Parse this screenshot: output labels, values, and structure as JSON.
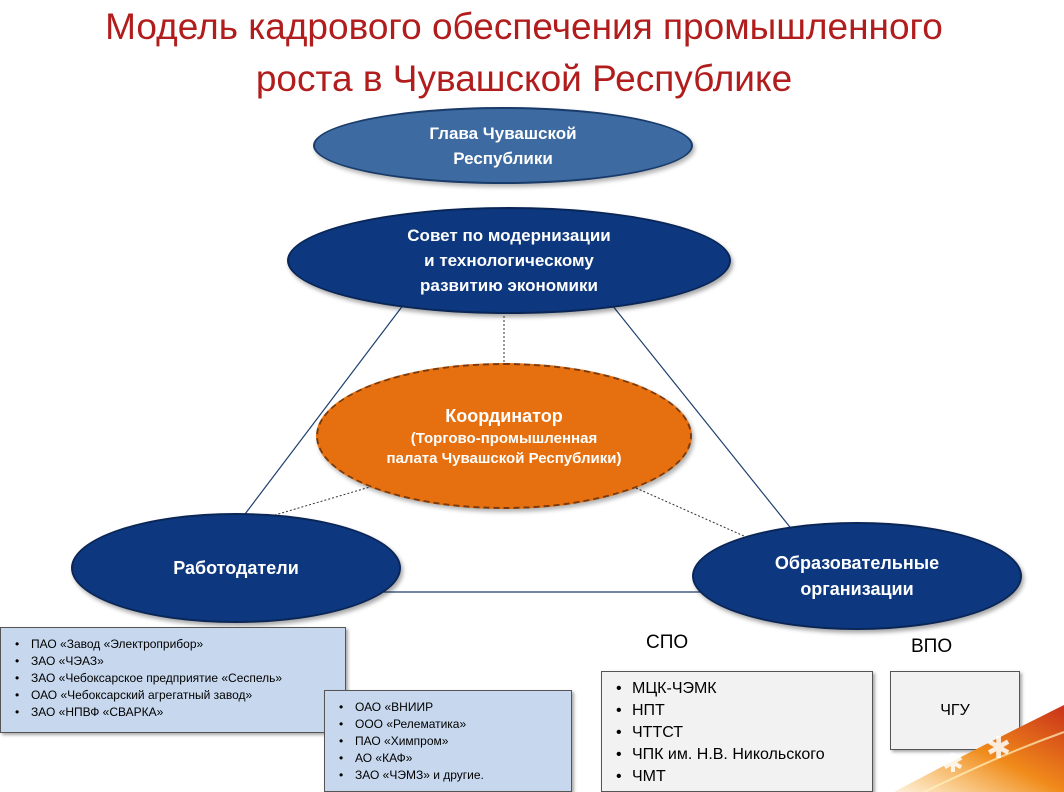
{
  "title": {
    "line1": "Модель кадрового обеспечения промышленного",
    "line2": "роста в Чувашской Республике"
  },
  "nodes": {
    "head": "Глава Чувашской\nРеспублики",
    "council": "Совет по модернизации\nи технологическому\nразвитию экономики",
    "coordinator_title": "Координатор",
    "coordinator_sub": "(Торгово-промышленная\nпалата Чувашской Республики)",
    "employers": "Работодатели",
    "education": "Образовательные\nорганизации"
  },
  "employers_list_1": [
    "ПАО «Завод «Электроприбор»",
    "ЗАО «ЧЭАЗ»",
    "ЗАО «Чебоксарское предприятие «Сеспель»",
    "ОАО «Чебоксарский агрегатный завод»",
    "ЗАО «НПВФ «СВАРКА»"
  ],
  "employers_list_2": [
    "ОАО «ВНИИР",
    "ООО «Релематика»",
    "ПАО «Химпром»",
    "АО «КАФ»",
    "ЗАО «ЧЭМЗ» и другие."
  ],
  "spo": {
    "label": "СПО",
    "items": [
      "МЦК-ЧЭМК",
      "НПТ",
      "ЧТТСТ",
      "ЧПК им. Н.В. Никольского",
      "ЧМТ"
    ]
  },
  "vpo": {
    "label": "ВПО",
    "item": "ЧГУ"
  },
  "colors": {
    "title": "#b11c1c",
    "navy": "#0d3880",
    "steel": "#3d6aa0",
    "orange": "#e6700f",
    "blue_box": "#c7d8ee",
    "grey_box": "#f2f2f2"
  }
}
